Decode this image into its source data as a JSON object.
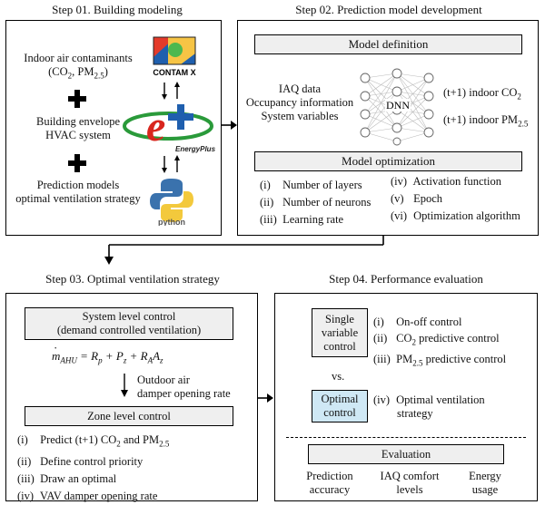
{
  "step1": {
    "title": "Step 01. Building modeling",
    "contaminants": "Indoor air contaminants",
    "contaminants_sub_co2": "CO",
    "contaminants_sub_pm": "PM",
    "envelope_l1": "Building envelope",
    "envelope_l2": "HVAC system",
    "prediction_l1": "Prediction models",
    "prediction_l2": "optimal ventilation strategy",
    "contam_label": "CONTAM X",
    "energyplus_label": "EnergyPlus",
    "python_label": "python"
  },
  "step2": {
    "title": "Step 02. Prediction model development",
    "model_definition": "Model definition",
    "inputs": [
      "IAQ data",
      "Occupancy information",
      "System variables"
    ],
    "dnn_label": "DNN",
    "outputs_co2": "(t+1) indoor CO",
    "outputs_pm": "(t+1) indoor PM",
    "model_optimization": "Model optimization",
    "opt_left": [
      {
        "num": "(i)",
        "text": "Number of layers"
      },
      {
        "num": "(ii)",
        "text": "Number of neurons"
      },
      {
        "num": "(iii)",
        "text": "Learning rate"
      }
    ],
    "opt_right": [
      {
        "num": "(iv)",
        "text": "Activation function"
      },
      {
        "num": "(v)",
        "text": "Epoch"
      },
      {
        "num": "(vi)",
        "text": "Optimization algorithm"
      }
    ]
  },
  "step3": {
    "title": "Step 03. Optimal ventilation strategy",
    "system_l1": "System level control",
    "system_l2": "(demand controlled ventilation)",
    "outdoor_l1": "Outdoor air",
    "outdoor_l2": "damper opening rate",
    "zone_title": "Zone level control",
    "zone_items": [
      {
        "num": "(i)",
        "text": "Predict (t+1) CO"
      },
      {
        "num": "(ii)",
        "text": "Define control priority"
      },
      {
        "num": "(iii)",
        "text": "Draw an optimal"
      },
      {
        "num": "(iv)",
        "text": "VAV damper opening rate"
      }
    ],
    "zone_item1_mid": " and PM"
  },
  "step4": {
    "title": "Step 04. Performance evaluation",
    "single_l1": "Single",
    "single_l2": "variable",
    "single_l3": "control",
    "single_items": [
      {
        "num": "(i)",
        "text": "On-off control"
      },
      {
        "num": "(ii)",
        "text": "CO"
      },
      {
        "num": "(iii)",
        "text": "PM"
      }
    ],
    "predictive_control": " predictive control",
    "vs": "vs.",
    "optimal_l1": "Optimal",
    "optimal_l2": "control",
    "optimal_item_num": "(iv)",
    "optimal_item_l1": "Optimal ventilation",
    "optimal_item_l2": "strategy",
    "evaluation": "Evaluation",
    "metrics": [
      {
        "l1": "Prediction",
        "l2": "accuracy"
      },
      {
        "l1": "IAQ comfort",
        "l2": "levels"
      },
      {
        "l1": "Energy",
        "l2": "usage"
      }
    ],
    "optimal_fill": "#cfe8f5"
  },
  "subscripts": {
    "two": "2",
    "pm": "2.5"
  }
}
